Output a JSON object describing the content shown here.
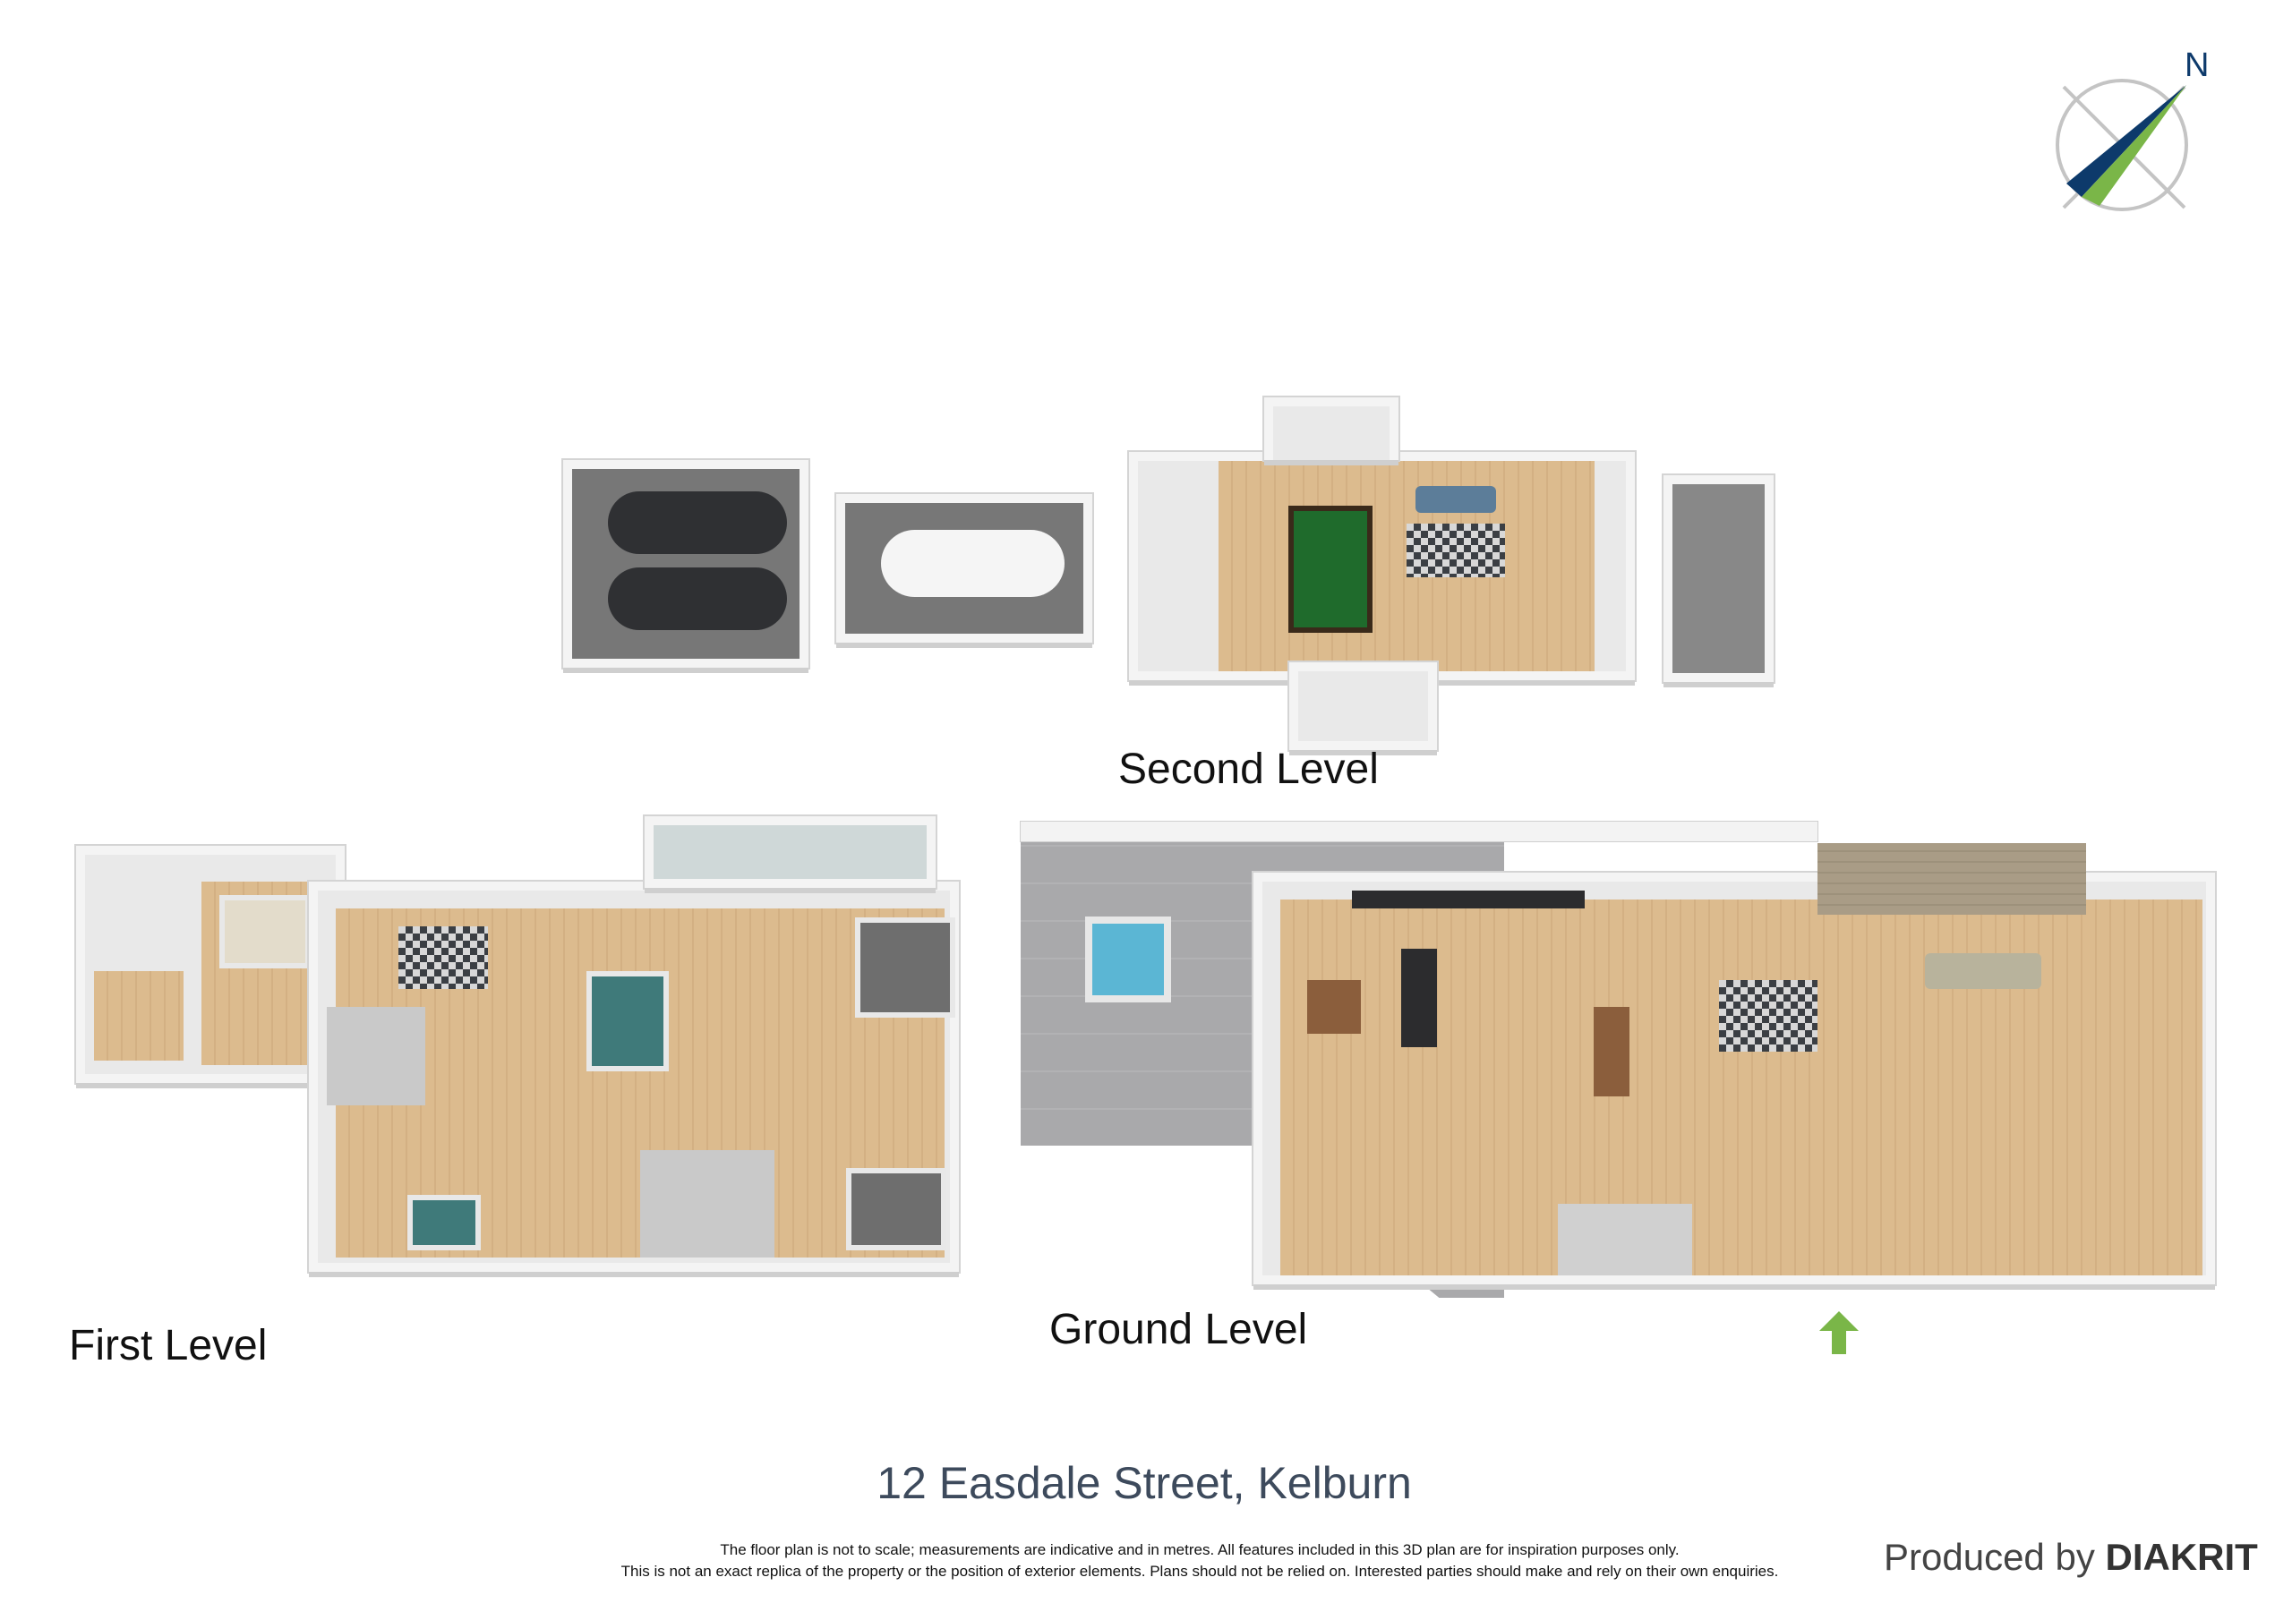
{
  "levels": {
    "second": "Second Level",
    "first": "First Level",
    "ground": "Ground Level"
  },
  "compass": {
    "label": "N",
    "colors": {
      "navy": "#0d3a6b",
      "green": "#7ab648",
      "ring": "#c4c4c4"
    }
  },
  "address": "12 Easdale Street, Kelburn",
  "disclaimer": {
    "line1": "The floor plan is not to scale; measurements are indicative and in metres. All features included in this 3D plan are for inspiration purposes only.",
    "line2": "This is not an exact replica of the property or the position of exterior elements. Plans should not be relied on. Interested parties should make and rely on their own enquiries."
  },
  "credit": {
    "prefix": "Produced by",
    "brand": "DIAKRIT"
  },
  "entrance_arrow_color": "#7ab648"
}
